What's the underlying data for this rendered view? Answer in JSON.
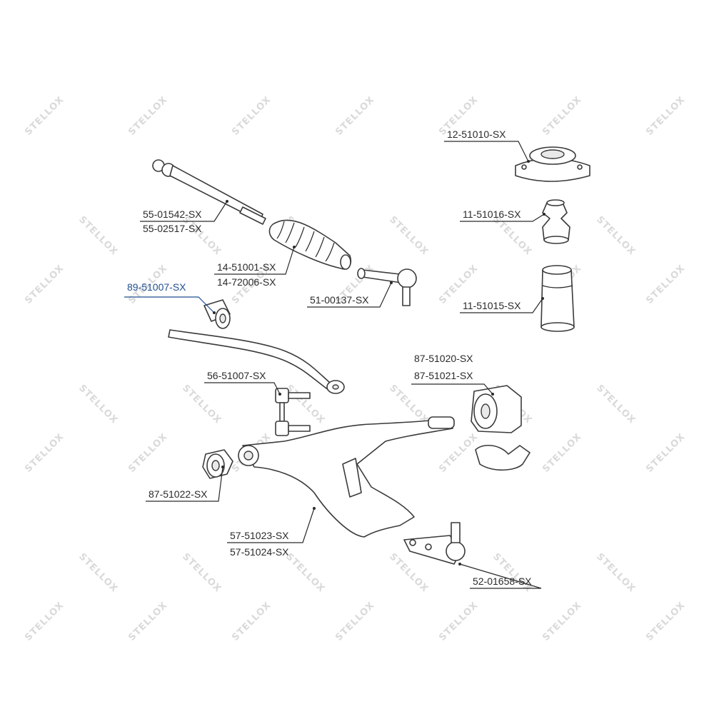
{
  "watermark": {
    "text": "STELLOX"
  },
  "colors": {
    "highlight": "#1f4f8f",
    "line": "#2a2a2a",
    "watermark": "#dadada"
  },
  "parts": [
    {
      "id": "strut-mount",
      "codes": [
        "12-51010-SX"
      ]
    },
    {
      "id": "bump-stop",
      "codes": [
        "11-51016-SX"
      ]
    },
    {
      "id": "dust-boot",
      "codes": [
        "11-51015-SX"
      ]
    },
    {
      "id": "tie-rod",
      "codes": [
        "55-01542-SX",
        "55-02517-SX"
      ]
    },
    {
      "id": "steering-boot",
      "codes": [
        "14-51001-SX",
        "14-72006-SX"
      ]
    },
    {
      "id": "tie-rod-end",
      "codes": [
        "51-00137-SX"
      ]
    },
    {
      "id": "stabilizer-bushing",
      "codes": [
        "89-51007-SX"
      ],
      "highlighted": true
    },
    {
      "id": "stabilizer-link",
      "codes": [
        "56-51007-SX"
      ]
    },
    {
      "id": "arm-bushing-rear",
      "codes": [
        "87-51020-SX",
        "87-51021-SX"
      ]
    },
    {
      "id": "arm-bushing-front",
      "codes": [
        "87-51022-SX"
      ]
    },
    {
      "id": "control-arm",
      "codes": [
        "57-51023-SX",
        "57-51024-SX"
      ]
    },
    {
      "id": "ball-joint",
      "codes": [
        "52-01658-SX"
      ]
    }
  ]
}
